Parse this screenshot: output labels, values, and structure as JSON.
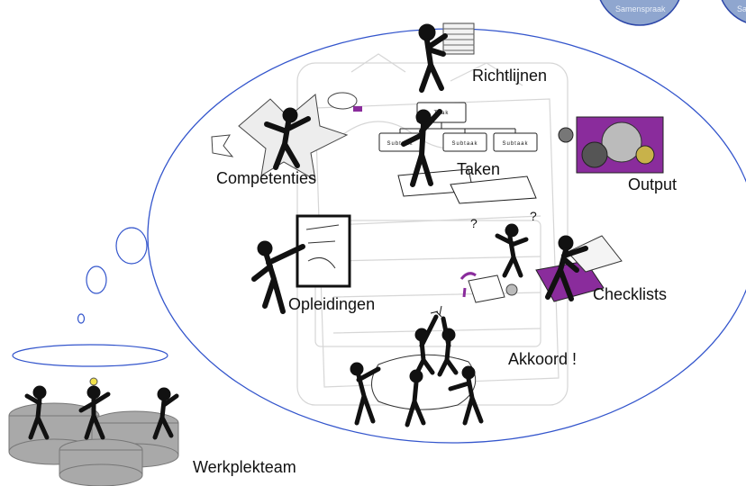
{
  "top_tabs": [
    {
      "label": "Samenspraak"
    },
    {
      "label": "Sa"
    }
  ],
  "labels": {
    "richtlijnen": "Richtlijnen",
    "competenties": "Competenties",
    "taken": "Taken",
    "output": "Output",
    "opleidingen": "Opleidingen",
    "checklists": "Checklists",
    "akkoord": "Akkoord !",
    "werkplekteam": "Werkplekteam"
  },
  "task_boxes": {
    "taak": "Taak",
    "subtaak_1": "Subtaak",
    "subtaak_2": "Subtaak",
    "subtaak_3": "Subtaak"
  },
  "colors": {
    "bubble_outline": "#3355cc",
    "tab_fill": "#8fa6cf",
    "tab_outline": "#2c46a8",
    "figure": "#111111",
    "accent_purple": "#8a2c9c",
    "gear": "#a9a9a9"
  }
}
